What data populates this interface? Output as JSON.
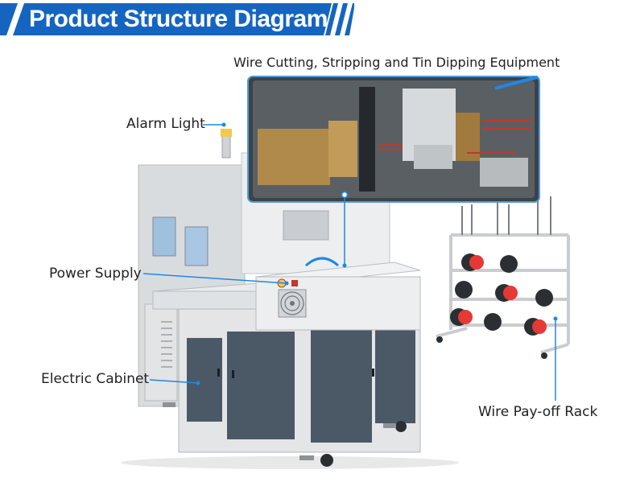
{
  "banner": {
    "title": "Product Structure Diagram",
    "accent_color": "#1565c0"
  },
  "labels": {
    "top_equipment": "Wire Cutting, Stripping and Tin Dipping Equipment",
    "alarm_light": "Alarm Light",
    "power_supply": "Power Supply",
    "electric_cabinet": "Electric Cabinet",
    "wire_rack": "Wire Pay-off Rack"
  },
  "colors": {
    "callout_line": "#1e88e5",
    "cabinet_door": "#4b5966",
    "machine_body": "#e4e6e8",
    "spool_red": "#e53935"
  }
}
